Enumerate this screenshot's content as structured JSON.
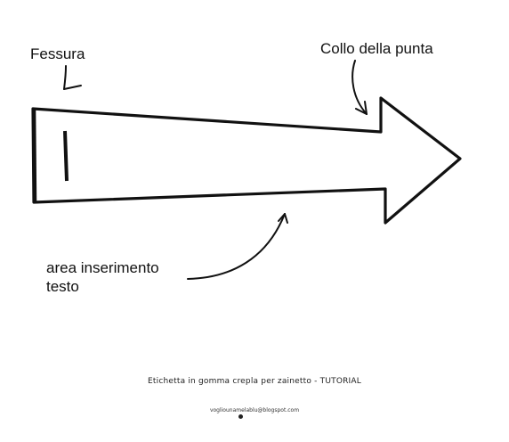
{
  "labels": {
    "fessura": "Fessura",
    "collo": "Collo della punta",
    "area_line1": "area inserimento",
    "area_line2": "testo"
  },
  "caption": "Etichetta in gomma crepla per zainetto - TUTORIAL",
  "watermark": "vogliounamelablu@blogspot.com",
  "colors": {
    "ink": "#111111",
    "background": "#ffffff"
  }
}
